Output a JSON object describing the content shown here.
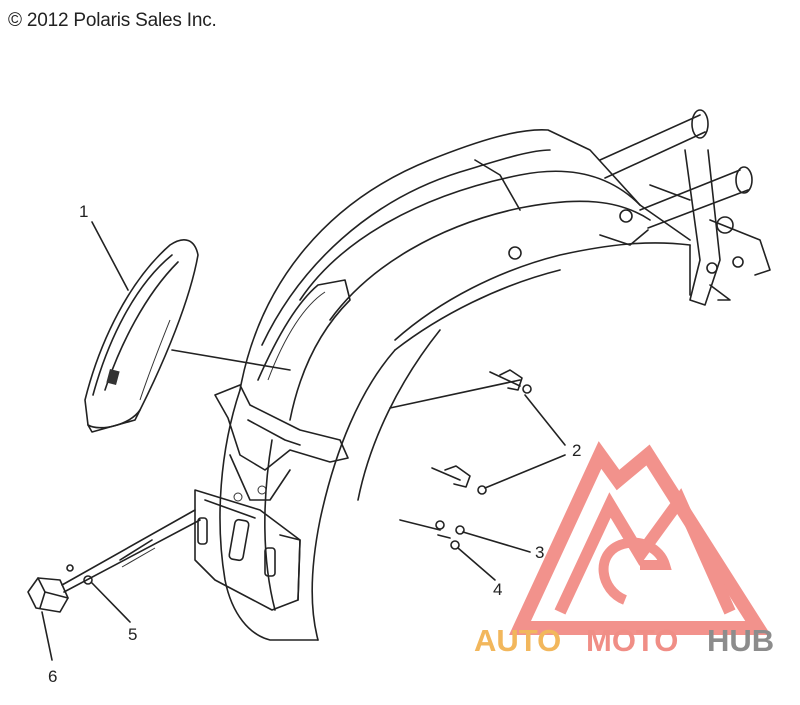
{
  "copyright": "© 2012 Polaris Sales Inc.",
  "callouts": [
    {
      "label": "1"
    },
    {
      "label": "2"
    },
    {
      "label": "3"
    },
    {
      "label": "4"
    },
    {
      "label": "5"
    },
    {
      "label": "6"
    }
  ],
  "watermark": {
    "part1": "AUTO",
    "part2": "MOTO",
    "part3": "HUB",
    "colors": {
      "auto": "#f2b75c",
      "moto": "#f08e86",
      "hub": "#8c8c8c",
      "logo": "#f07f78"
    }
  }
}
